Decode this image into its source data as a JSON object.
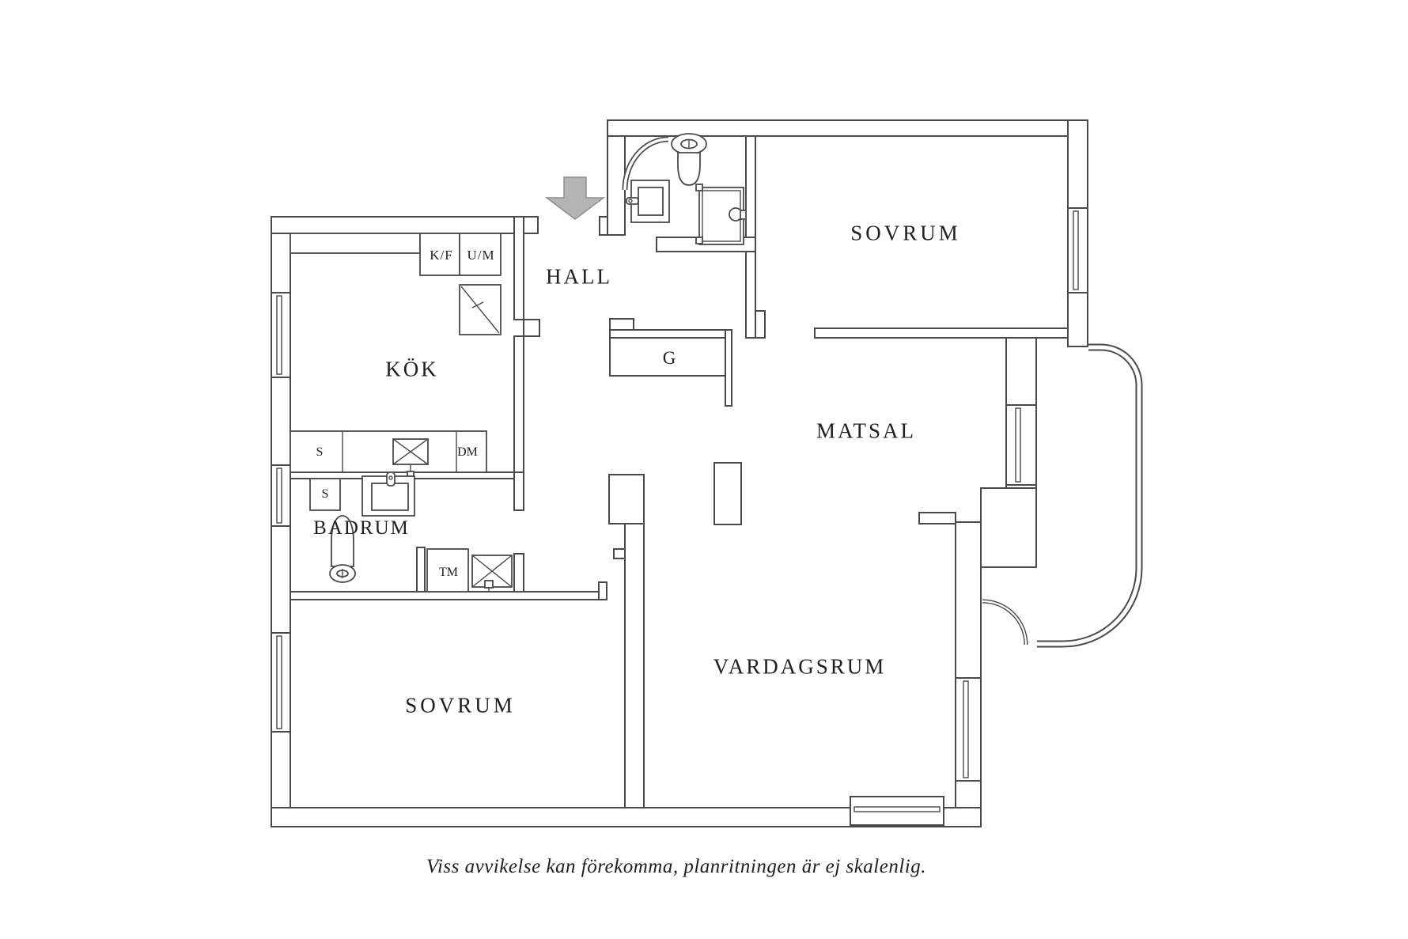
{
  "floorplan": {
    "rooms": [
      {
        "id": "hall",
        "label": "HALL"
      },
      {
        "id": "kok",
        "label": "KÖK"
      },
      {
        "id": "sovrum_top",
        "label": "SOVRUM"
      },
      {
        "id": "matsal",
        "label": "MATSAL"
      },
      {
        "id": "badrum",
        "label": "BADRUM"
      },
      {
        "id": "sovrum_bottom",
        "label": "SOVRUM"
      },
      {
        "id": "vardagsrum",
        "label": "VARDAGSRUM"
      }
    ],
    "labels": {
      "closet": "G",
      "fridge_freezer": "K/F",
      "oven_microwave": "U/M",
      "kitchen_cabinet": "S",
      "dishwasher": "DM",
      "bathroom_cabinet": "S",
      "washing_machine": "TM"
    },
    "footer_note": "Viss avvikelse kan förekomma, planritningen är ej skalenlig.",
    "colors": {
      "wall": "#4a4a4a",
      "arrow_fill": "#b4b4b4",
      "text": "#1f1f1f",
      "background": "#ffffff"
    }
  }
}
